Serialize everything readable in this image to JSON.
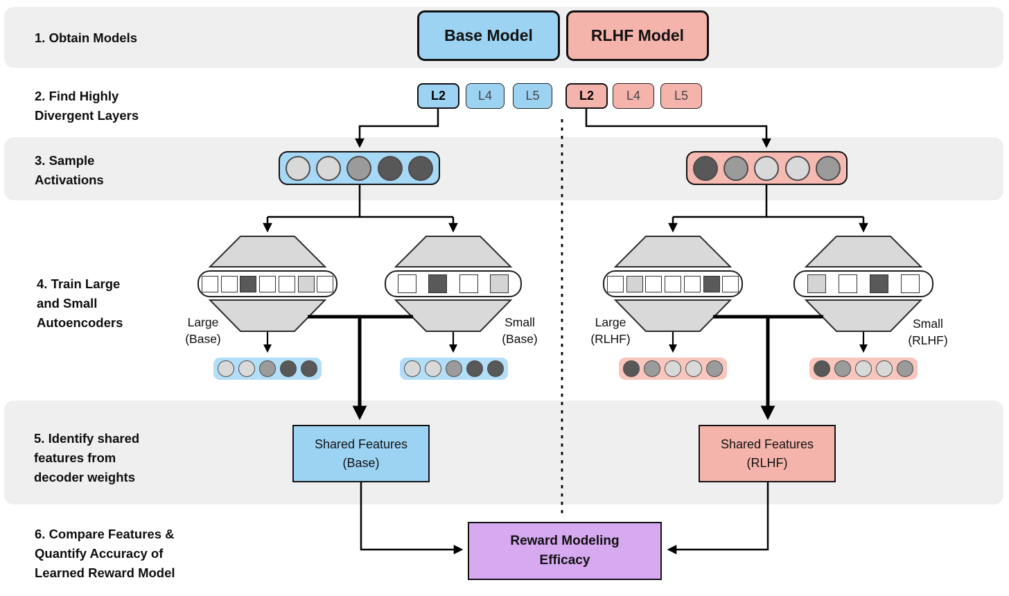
{
  "steps": [
    {
      "label": "1. Obtain Models"
    },
    {
      "label": "2. Find Highly\nDivergent Layers"
    },
    {
      "label": "3. Sample\nActivations"
    },
    {
      "label": "4. Train Large\nand Small\nAutoencoders"
    },
    {
      "label": "5. Identify shared\nfeatures from\ndecoder weights"
    },
    {
      "label": "6. Compare Features &\nQuantify Accuracy of\nLearned Reward Model"
    }
  ],
  "models": {
    "base": {
      "label": "Base Model",
      "color": "#9cd3f3",
      "layers": [
        "L2",
        "L4",
        "L5"
      ]
    },
    "rlhf": {
      "label": "RLHF Model",
      "color": "#f4b4ac",
      "layers": [
        "L2",
        "L4",
        "L5"
      ]
    }
  },
  "selected_layer": "L2",
  "activations": {
    "base": [
      "light",
      "light",
      "medium",
      "dark",
      "dark"
    ],
    "rlhf": [
      "dark",
      "medium",
      "light",
      "light",
      "medium"
    ]
  },
  "autoencoders": [
    {
      "id": "large-base",
      "label": "Large\n(Base)",
      "squares": [
        "white",
        "white",
        "dark",
        "white",
        "white",
        "light",
        "white"
      ],
      "output": [
        "light",
        "light",
        "medium",
        "dark",
        "dark"
      ]
    },
    {
      "id": "small-base",
      "label": "Small\n(Base)",
      "squares": [
        "white",
        "dark",
        "white",
        "light"
      ],
      "output": [
        "light",
        "light",
        "medium",
        "dark",
        "dark"
      ]
    },
    {
      "id": "large-rlhf",
      "label": "Large\n(RLHF)",
      "squares": [
        "white",
        "light",
        "white",
        "white",
        "white",
        "dark",
        "white"
      ],
      "output": [
        "dark",
        "medium",
        "light",
        "light",
        "medium"
      ]
    },
    {
      "id": "small-rlhf",
      "label": "Small\n(RLHF)",
      "squares": [
        "light",
        "white",
        "dark",
        "white"
      ],
      "output": [
        "dark",
        "medium",
        "light",
        "light",
        "medium"
      ]
    }
  ],
  "shared_features": {
    "base": "Shared Features\n(Base)",
    "rlhf": "Shared Features\n(RLHF)"
  },
  "reward": {
    "label": "Reward Modeling\nEfficacy",
    "color": "#d7a9f0"
  },
  "colors": {
    "band": "#efefef",
    "dot_light": "#d9d9d9",
    "dot_medium": "#9b9b9b",
    "dot_dark": "#585858",
    "encoder_gray": "#d9d9d9"
  }
}
